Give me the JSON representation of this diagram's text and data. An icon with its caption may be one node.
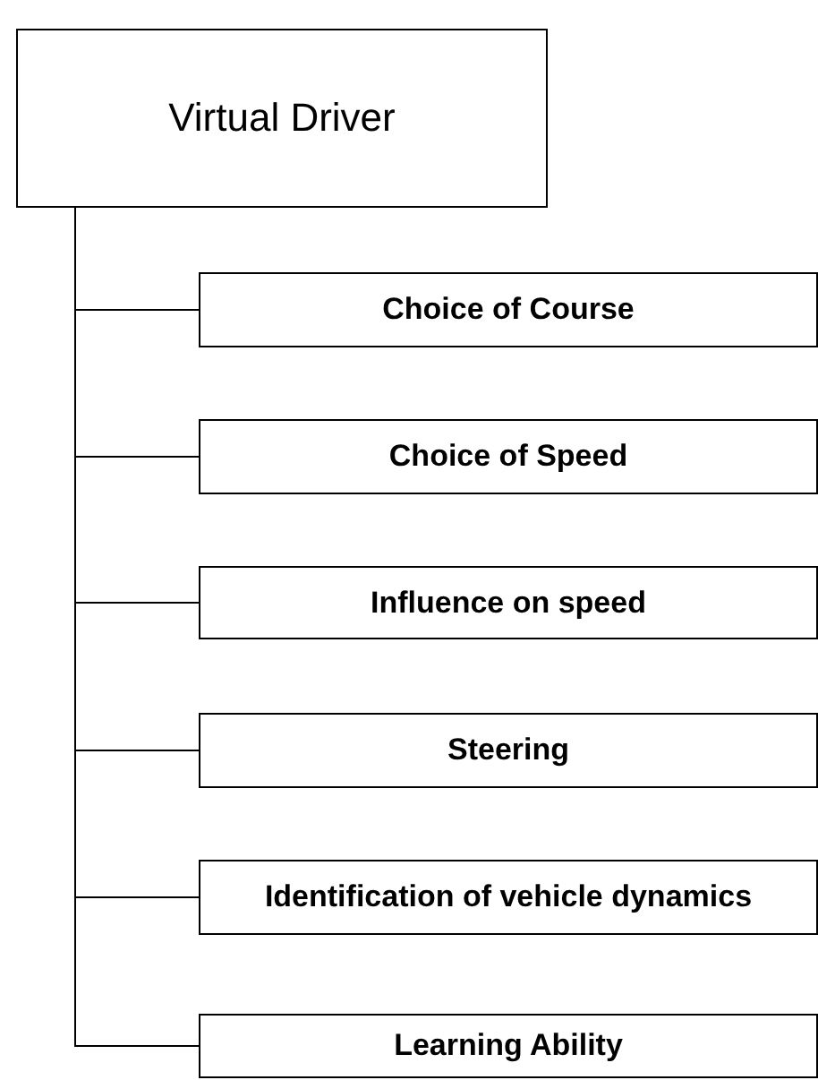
{
  "diagram": {
    "nodes": [
      {
        "text": [
          "Virtual Driver"
        ]
      },
      {
        "text": [
          "Choice of Course"
        ]
      },
      {
        "text": [
          "Choice of Speed"
        ]
      },
      {
        "text": [
          "Influence on speed"
        ]
      },
      {
        "text": [
          "Steering"
        ]
      },
      {
        "text": [
          "Identification of vehicle dynamics"
        ]
      },
      {
        "text": [
          "Learning Ability"
        ]
      }
    ],
    "edges": [
      {
        "from": 0,
        "to": 1,
        "arrow": "none"
      },
      {
        "from": 0,
        "to": 2,
        "arrow": "none"
      },
      {
        "from": 0,
        "to": 3,
        "arrow": "none"
      },
      {
        "from": 0,
        "to": 4,
        "arrow": "none"
      },
      {
        "from": 0,
        "to": 5,
        "arrow": "none"
      },
      {
        "from": 0,
        "to": 6,
        "arrow": "none"
      }
    ]
  }
}
